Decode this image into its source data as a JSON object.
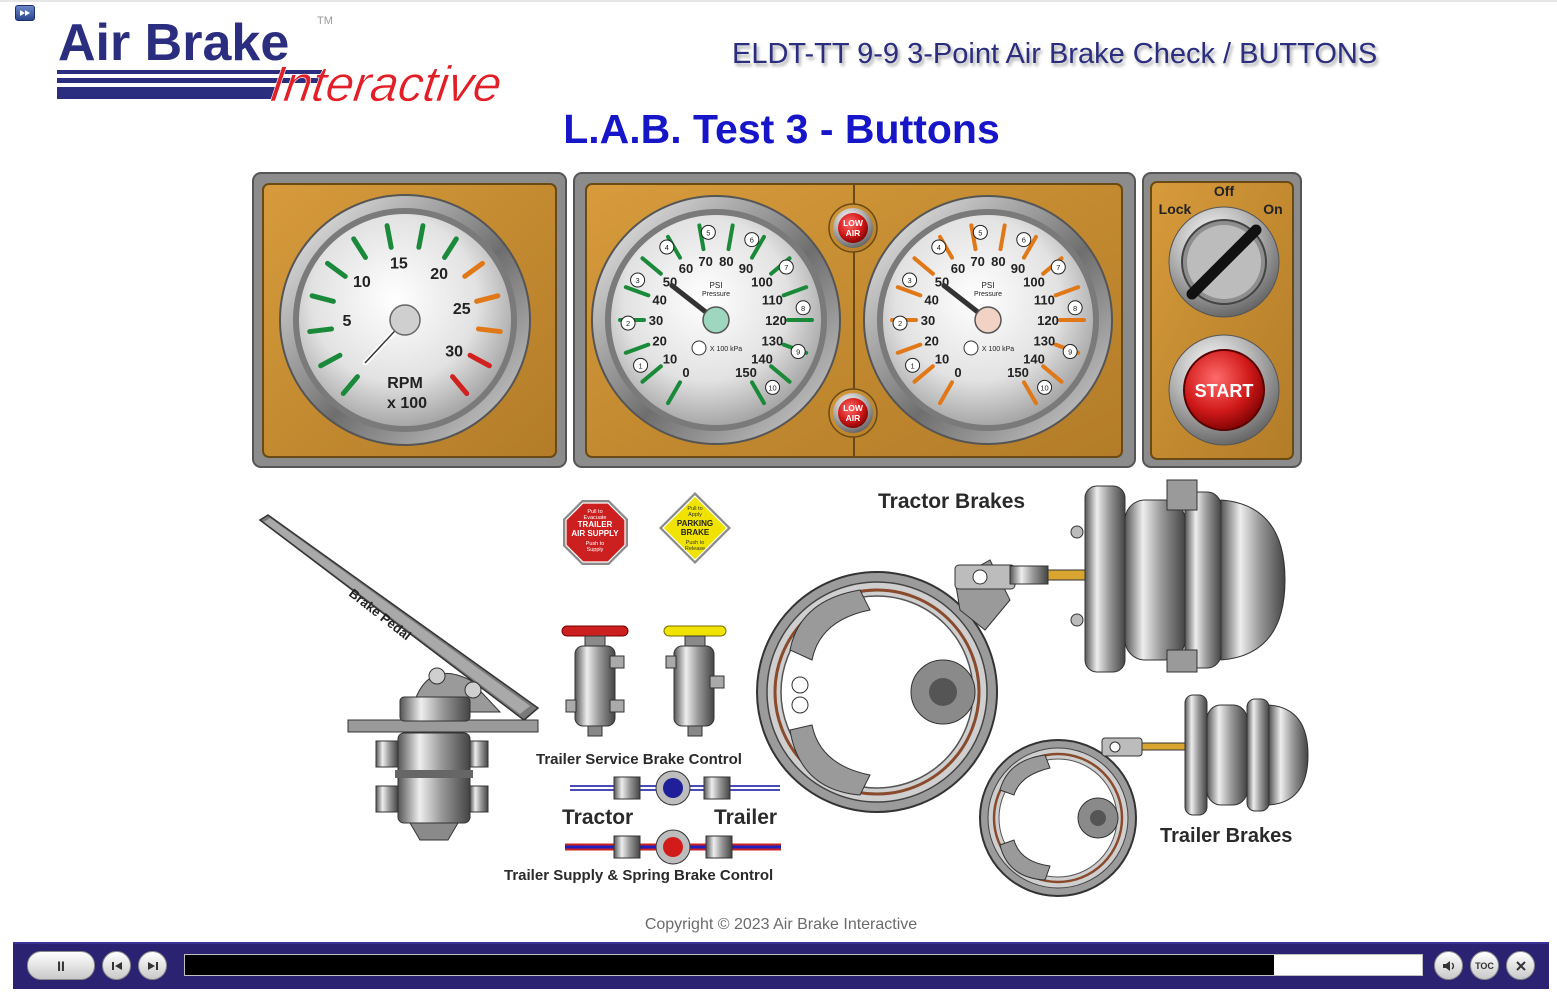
{
  "logo": {
    "line1": "Air Brake",
    "line2": "Interactive",
    "tm": "TM"
  },
  "course_title": "ELDT-TT 9-9 3-Point Air Brake Check / BUTTONS",
  "page_title": "L.A.B. Test 3 - Buttons",
  "tach": {
    "ticks": [
      "5",
      "10",
      "15",
      "20",
      "25",
      "30"
    ],
    "label1": "RPM",
    "label2": "x 100"
  },
  "pressure_gauge": {
    "ticks": [
      "0",
      "10",
      "20",
      "30",
      "40",
      "50",
      "60",
      "70",
      "80",
      "90",
      "100",
      "110",
      "120",
      "130",
      "140",
      "150"
    ],
    "unit": "PSI",
    "unit2": "Pressure",
    "kpa": "X 100 kPa",
    "kpa_ticks": [
      "1",
      "2",
      "3",
      "4",
      "5",
      "6",
      "7",
      "8",
      "9",
      "10"
    ]
  },
  "gauge_left": {
    "needle_psi": 49,
    "tick_color": "#1a8a3a"
  },
  "gauge_right": {
    "needle_psi": 49,
    "tick_color": "#e07818"
  },
  "low_air": {
    "line1": "LOW",
    "line2": "AIR"
  },
  "ignition": {
    "lock": "Lock",
    "off": "Off",
    "on": "On",
    "start": "START"
  },
  "trailer_air_supply": {
    "line1": "Pull to",
    "line2": "Evacuate",
    "line3": "TRAILER",
    "line4": "AIR SUPPLY",
    "line5": "Push to",
    "line6": "Supply"
  },
  "parking_brake": {
    "line1": "Pull to",
    "line2": "Apply",
    "line3": "PARKING",
    "line4": "BRAKE",
    "line5": "Push to",
    "line6": "Release"
  },
  "labels": {
    "brake_pedal": "Brake Pedal",
    "tractor_brakes": "Tractor Brakes",
    "trailer_brakes": "Trailer Brakes",
    "trailer_service": "Trailer Service Brake Control",
    "tractor": "Tractor",
    "trailer": "Trailer",
    "trailer_supply": "Trailer Supply & Spring Brake Control"
  },
  "copyright": "Copyright © 2023 Air Brake Interactive",
  "player": {
    "pause": "II",
    "prev": "prev",
    "next": "next",
    "volume": "volume",
    "toc": "TOC",
    "close": "close",
    "progress": 0.88
  },
  "colors": {
    "panel": "#c98f33",
    "title_blue": "#1616c8",
    "player_bg": "#2b2272",
    "red_knob": "#d21b1b",
    "yellow_knob": "#f2e200"
  }
}
